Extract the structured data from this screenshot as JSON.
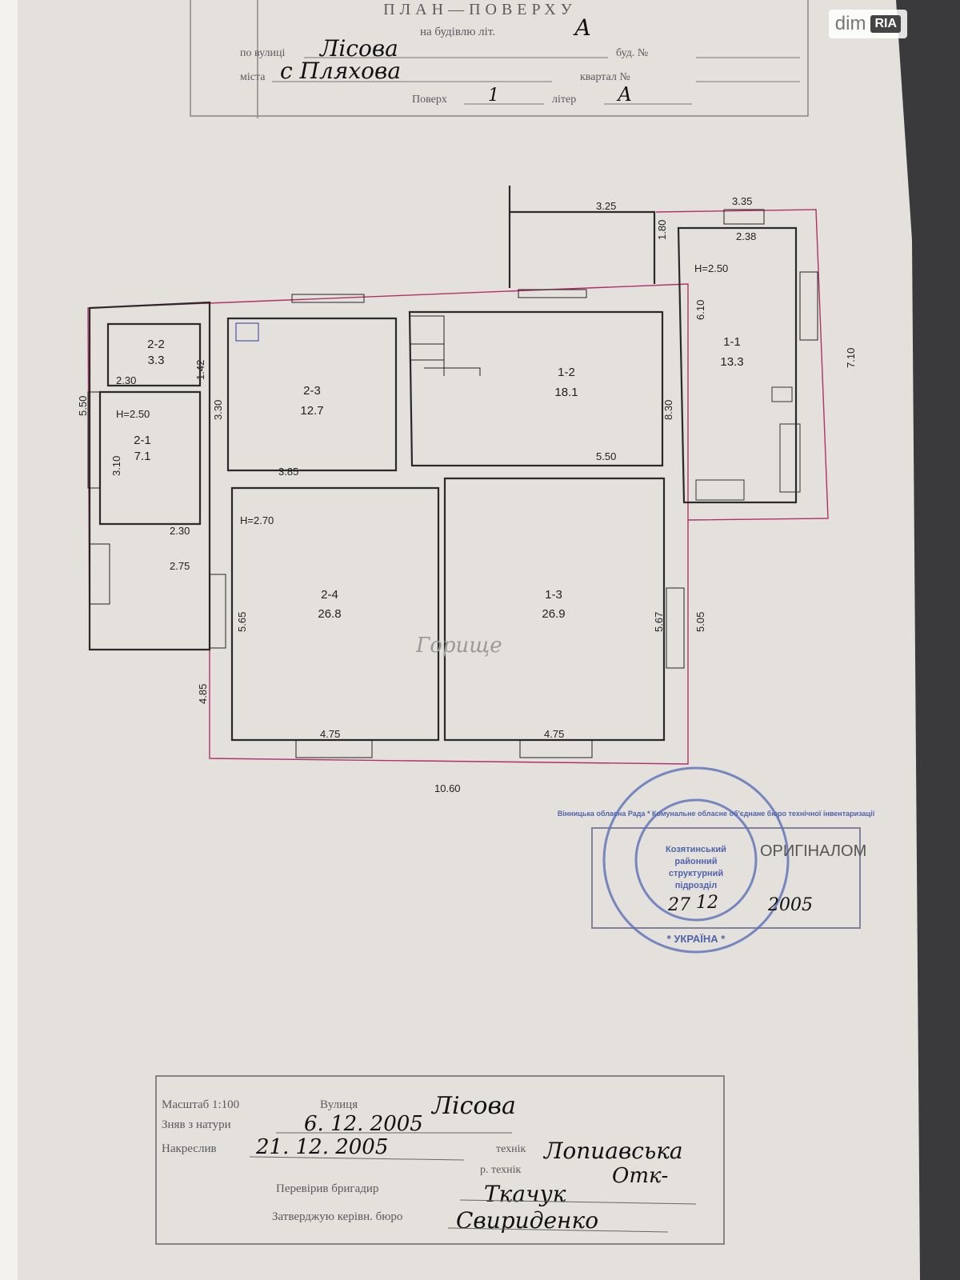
{
  "header": {
    "title": "ПЛАН—ПОВЕРХУ",
    "building_label": "на будівлю літ.",
    "building_letter": "А",
    "street_label": "по вулиці",
    "street_value": "Лісова",
    "house_label": "буд. №",
    "city_label": "міста",
    "city_value": "с Пляхова",
    "block_label": "квартал №",
    "floor_label": "Поверх",
    "floor_value": "1",
    "letter_label": "літер",
    "letter_value": "А"
  },
  "plan": {
    "rooms": [
      {
        "id": "2-2",
        "area": "3.3"
      },
      {
        "id": "2-1",
        "area": "7.1"
      },
      {
        "id": "2-3",
        "area": "12.7"
      },
      {
        "id": "1-2",
        "area": "18.1"
      },
      {
        "id": "1-1",
        "area": "13.3"
      },
      {
        "id": "2-4",
        "area": "26.8"
      },
      {
        "id": "1-3",
        "area": "26.9"
      }
    ],
    "dimensions": [
      "3.25",
      "3.35",
      "2.38",
      "1.80",
      "6.10",
      "7.10",
      "2.30",
      "1.42",
      "5.50",
      "3.10",
      "3.30",
      "3.85",
      "5.50",
      "8.30",
      "2.30",
      "2.75",
      "5.65",
      "5.67",
      "5.05",
      "4.85",
      "4.75",
      "4.75",
      "10.60"
    ],
    "heights": [
      "H=2.50",
      "H=2.50",
      "H=2.70"
    ],
    "attic_label": "Горище"
  },
  "stamp": {
    "outer_text": "Вінницька обласна Рада * Комунальне обласне об'єднане бюро технічної інвентаризації",
    "inner_text": [
      "Козятинський",
      "районний",
      "структурний",
      "підрозділ"
    ],
    "bottom_text": "* УКРАЇНА *",
    "date_day": "27",
    "date_month": "12",
    "date_year": "2005",
    "original_text": "ОРИГІНАЛОМ"
  },
  "footer": {
    "scale_label": "Масштаб 1:100",
    "street_label": "Вулиця",
    "street_value": "Лісова",
    "surveyed_label": "Зняв з натури",
    "surveyed_value": "6. 12. 2005",
    "drawn_label": "Накреслив",
    "drawn_value": "21. 12. 2005",
    "technician_label": "технік",
    "technician_value": "Лопиавська",
    "senior_tech_label": "р. технік",
    "senior_tech_value": "Отк-",
    "checked_label": "Перевірив бригадир",
    "checked_value": "Ткачук",
    "approved_label": "Затверджую керівн. бюро",
    "approved_value": "Свириденко"
  },
  "watermark": {
    "brand": "dim",
    "badge": "RIA"
  }
}
